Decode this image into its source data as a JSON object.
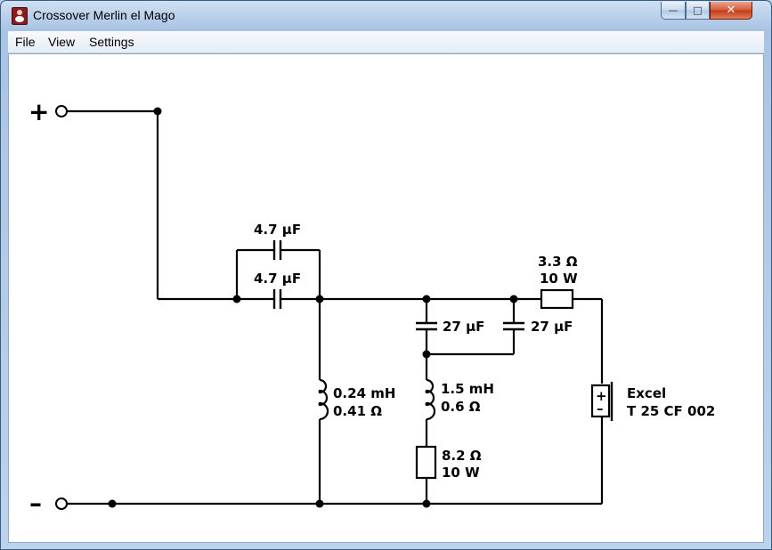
{
  "window": {
    "title": "Crossover Merlin el Mago",
    "controls": {
      "minimize": "—",
      "maximize": "□",
      "close": "✕"
    }
  },
  "menu": {
    "file": "File",
    "view": "View",
    "settings": "Settings"
  },
  "schematic": {
    "plus_terminal": "+",
    "minus_terminal": "–",
    "c_parallel_top": "4.7 µF",
    "c_parallel_bottom": "4.7 µF",
    "l1": {
      "inductance": "0.24 mH",
      "resistance": "0.41 Ω"
    },
    "c2": "27 µF",
    "c3": "27 µF",
    "r_series": {
      "resistance": "3.3 Ω",
      "power": "10 W"
    },
    "l2": {
      "inductance": "1.5 mH",
      "resistance": "0.6 Ω"
    },
    "r_shunt": {
      "resistance": "8.2 Ω",
      "power": "10 W"
    },
    "speaker": {
      "line1": "Excel",
      "line2": "T 25 CF 002",
      "plus": "+",
      "minus": "–"
    }
  }
}
